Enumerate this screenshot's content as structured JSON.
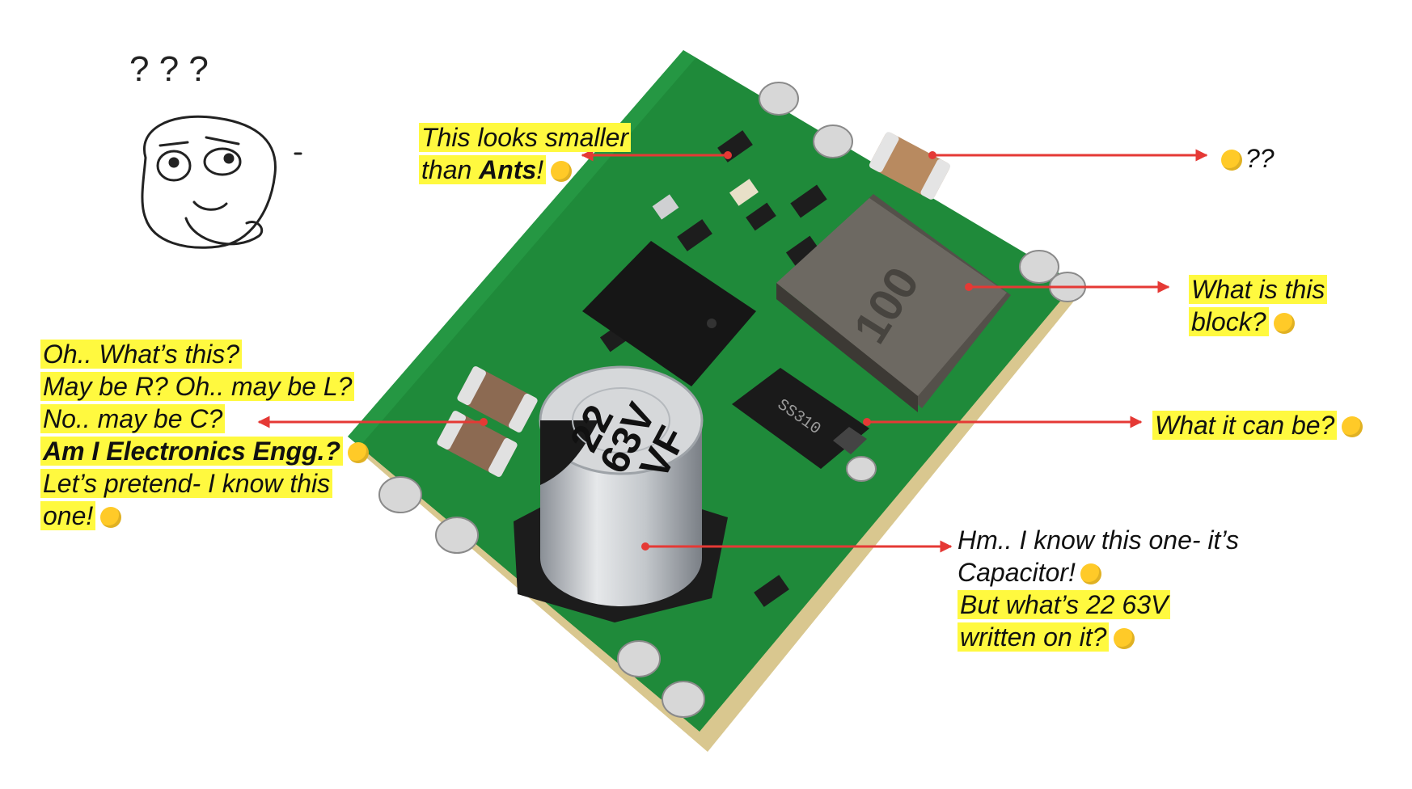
{
  "annotations": {
    "ants": {
      "line1": "This looks smaller",
      "line2_prefix": "than ",
      "line2_bold": "Ants",
      "line2_suffix": "!",
      "emoji": "sweat-face-emoji"
    },
    "top_right": {
      "text": "??",
      "emoji": "monocle-face-emoji"
    },
    "block": {
      "line1": "What is this",
      "line2": "block?",
      "emoji": "exploding-head-emoji"
    },
    "diode": {
      "text": "What it can be?",
      "emoji": "thinking-face-emoji"
    },
    "left": {
      "line1": "Oh.. What’s this?",
      "line2": "May be R?  Oh.. may be L?",
      "line3": "No.. may be C?",
      "line4_bold": "Am I Electronics Engg.?",
      "line5": "Let’s pretend- I know this",
      "line6": "one!",
      "emoji_line4": "anxious-face-emoji",
      "emoji_line6": "nerd-face-emoji"
    },
    "capacitor": {
      "line1": "Hm.. I know this one- it’s",
      "line2": "Capacitor!",
      "line3": "But what’s 22 63V",
      "line4": "written on it?",
      "emoji_line2": "sunglasses-face-emoji",
      "emoji_line4": "smirk-face-emoji"
    }
  },
  "board_markings": {
    "capacitor_line1": "22",
    "capacitor_line2": "63V",
    "capacitor_line3": "VF",
    "inductor": "100",
    "diode": "SS310"
  },
  "colors": {
    "highlight": "#fff93f",
    "arrow": "#e53935",
    "pcb": "#1f8a3a"
  }
}
